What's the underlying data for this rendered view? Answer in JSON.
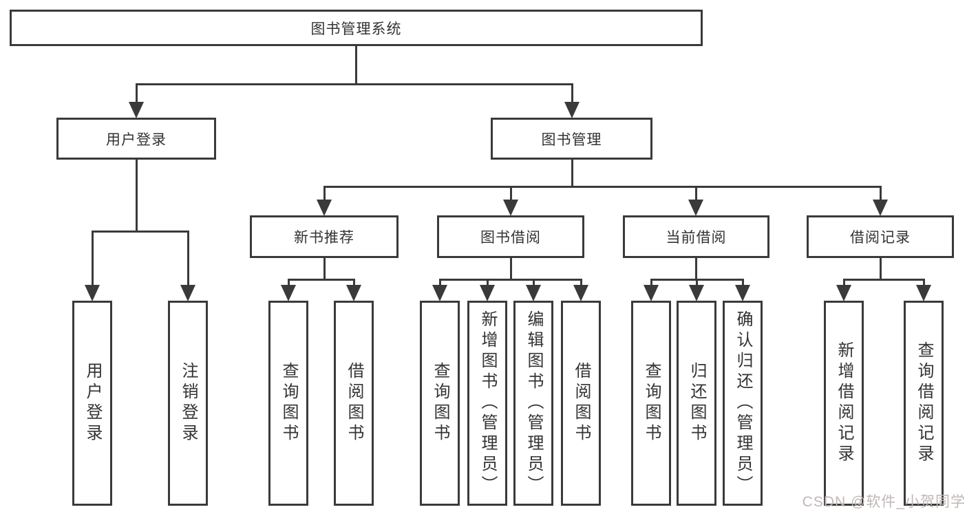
{
  "nodes": {
    "root": "图书管理系统",
    "user_login": "用户登录",
    "book_management": "图书管理",
    "new_book_recommend": "新书推荐",
    "book_borrow": "图书借阅",
    "current_borrow": "当前借阅",
    "borrow_records": "借阅记录",
    "user_login_leaves": [
      "用户登录",
      "注销登录"
    ],
    "new_book_leaves": [
      "查询图书",
      "借阅图书"
    ],
    "book_borrow_leaves": [
      "查询图书",
      "新增图书（管理员）",
      "编辑图书（管理员）",
      "借阅图书"
    ],
    "current_borrow_leaves": [
      "查询图书",
      "归还图书",
      "确认归还（管理员）"
    ],
    "borrow_record_leaves": [
      "新增借阅记录",
      "查询借阅记录"
    ]
  },
  "watermark": "CSDN @软件_小贺同学",
  "colors": {
    "line": "#3a3a3a",
    "box_border": "#3a3a3a",
    "text": "#333333",
    "watermark": "#c2b6b6",
    "background": "#ffffff"
  }
}
